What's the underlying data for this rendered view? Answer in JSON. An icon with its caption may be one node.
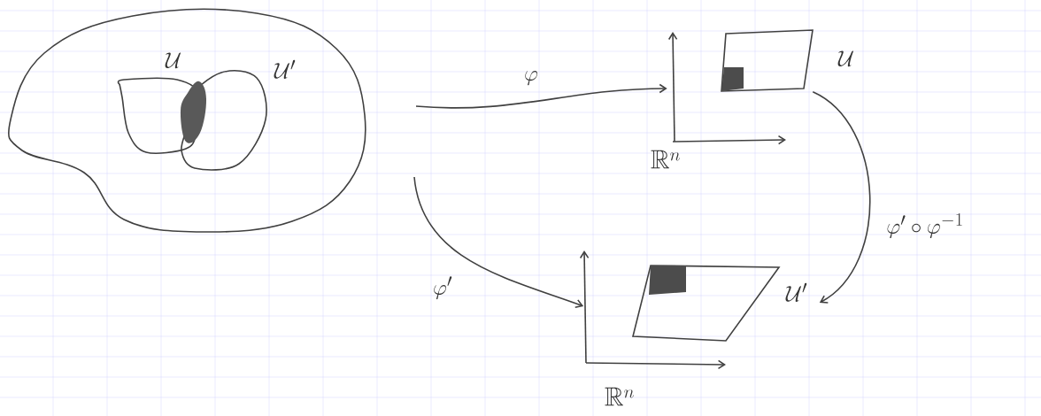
{
  "diagram": {
    "nodes": [
      {
        "text": [],
        "shape": "cloud"
      },
      {
        "text": [
          "\\mathcal{U}"
        ],
        "in": 0
      },
      {
        "text": [
          "\\mathcal{U}'"
        ],
        "in": 0
      },
      {
        "text": [
          "\\mathbb{R}^n"
        ]
      },
      {
        "text": [
          "\\mathcal{U}"
        ]
      },
      {
        "text": [
          "\\mathbb{R}^n"
        ]
      },
      {
        "text": [
          "\\mathcal{U}'"
        ]
      }
    ],
    "edges": [
      {
        "from": null,
        "to": 3,
        "arrow": "to",
        "label": "\\varphi"
      },
      {
        "from": null,
        "to": 5,
        "arrow": "to",
        "label": "\\varphi'"
      },
      {
        "from": 4,
        "to": 6,
        "arrow": "to",
        "label": "\\varphi'\\circ\\varphi^{-1}"
      }
    ]
  }
}
